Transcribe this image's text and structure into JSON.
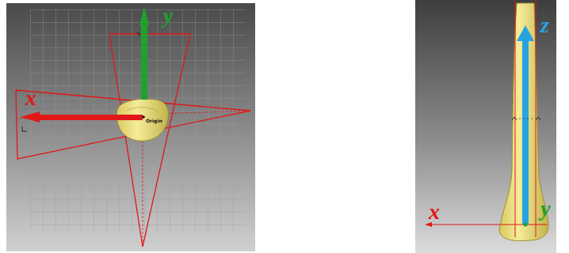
{
  "diagram": {
    "labels": [
      "x",
      "y",
      "Origin",
      "z",
      "x",
      "y"
    ]
  }
}
